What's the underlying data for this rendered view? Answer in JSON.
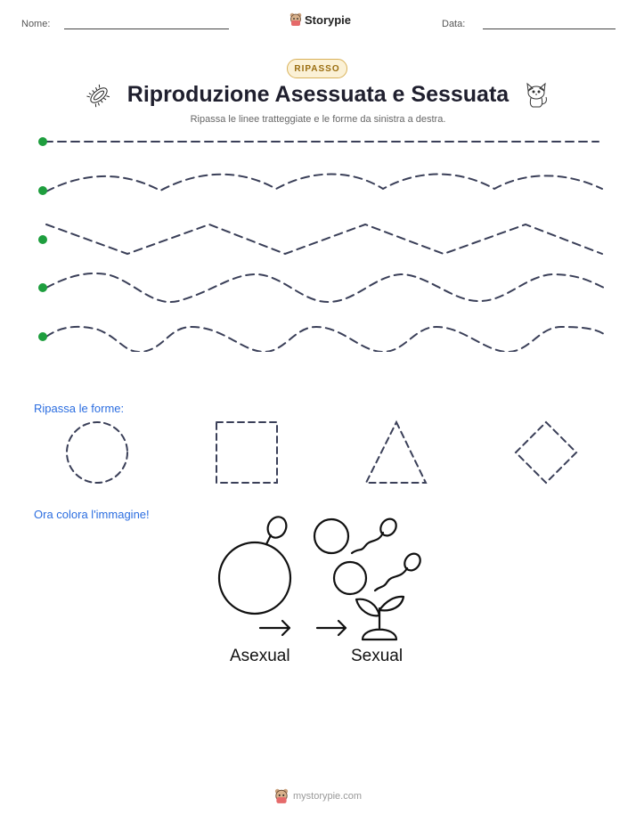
{
  "header": {
    "name_label": "Nome:",
    "date_label": "Data:",
    "brand": "Storypie"
  },
  "badge": "RIPASSO",
  "title": "Riproduzione Asessuata e Sessuata",
  "subtitle": "Ripassa le linee tratteggiate e le forme da sinistra a destra.",
  "tracing": {
    "line_color": "#3a3f58",
    "start_dot_color": "#1e9e3e"
  },
  "shapes_section": {
    "label": "Ripassa le forme:",
    "shapes": [
      "circle",
      "square",
      "triangle",
      "diamond"
    ]
  },
  "coloring_section": {
    "label": "Ora colora l'immagine!",
    "captions": [
      "Asexual",
      "Sexual"
    ]
  },
  "footer": {
    "url": "mystorypie.com"
  },
  "icons": [
    "bacterium-icon",
    "fox-icon",
    "storypie-logo-icon"
  ]
}
